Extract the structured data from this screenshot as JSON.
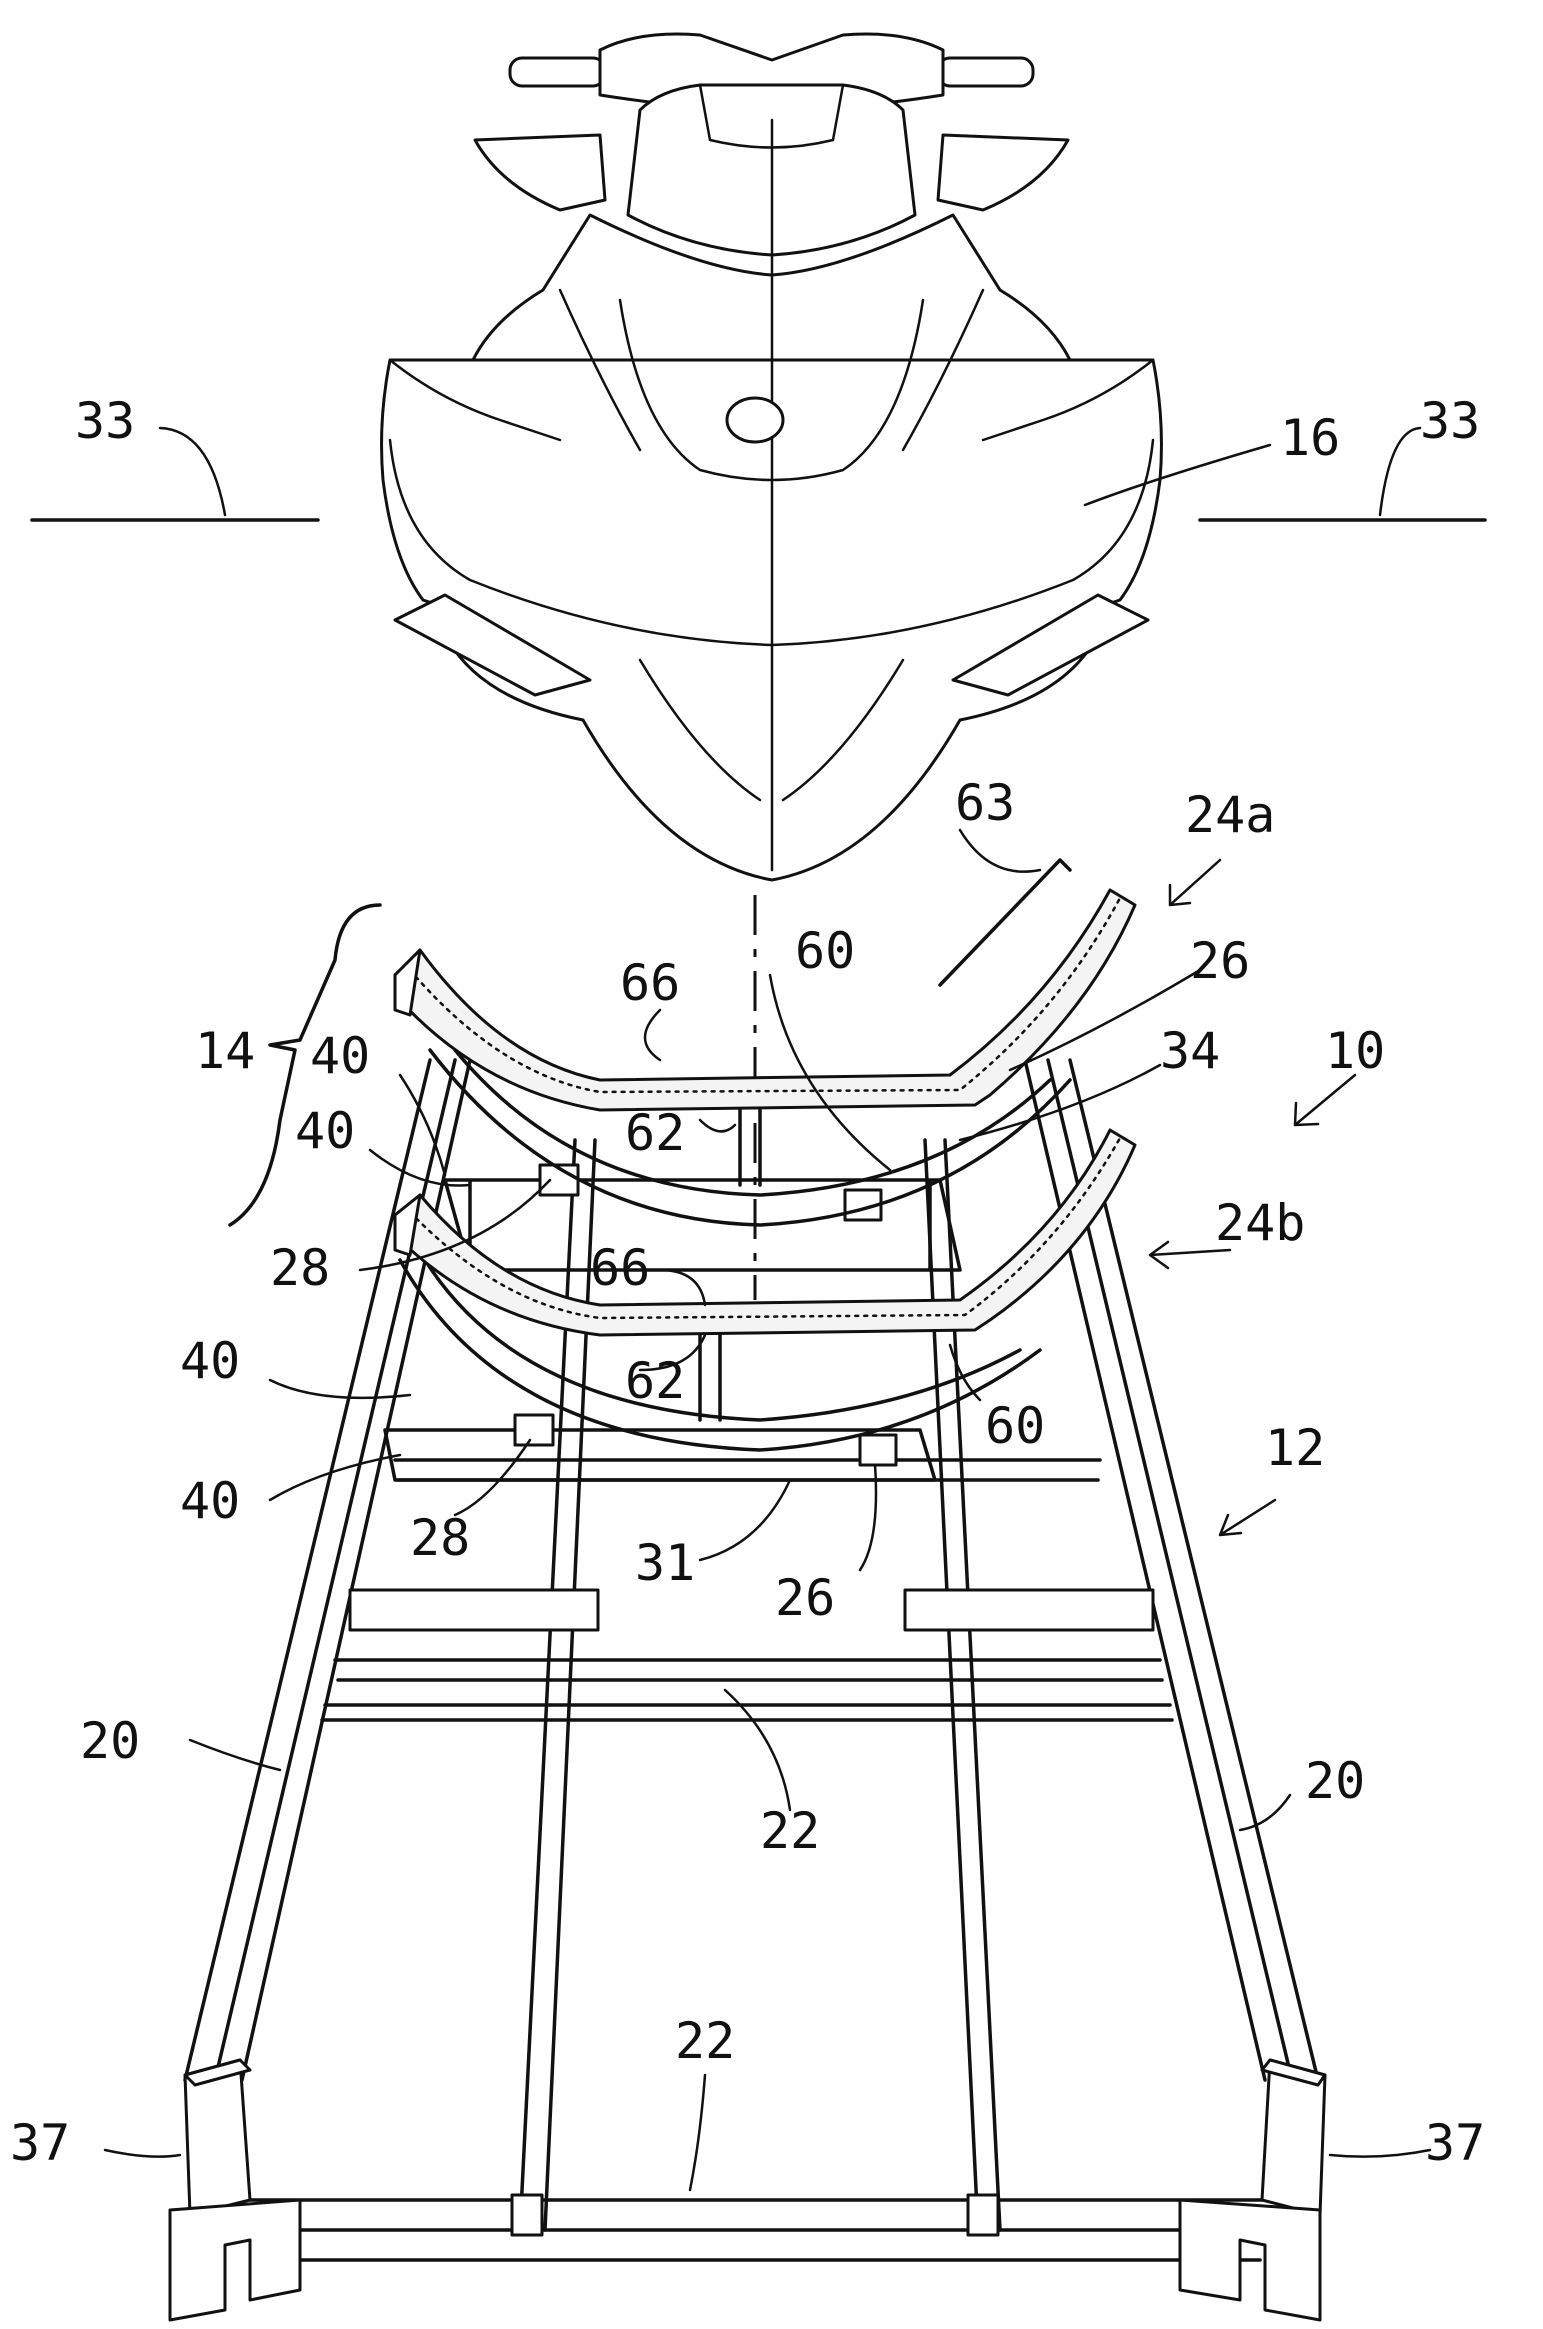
{
  "labels": {
    "l33_left": "33",
    "l33_right": "33",
    "l16": "16",
    "l63": "63",
    "l24a": "24a",
    "l66_top": "66",
    "l60_top": "60",
    "l26_top": "26",
    "l14": "14",
    "l40_a": "40",
    "l40_b": "40",
    "l34": "34",
    "l10": "10",
    "l62_top": "62",
    "l24b": "24b",
    "l28_top": "28",
    "l66_bottom": "66",
    "l40_c": "40",
    "l62_bottom": "62",
    "l60_bottom": "60",
    "l12": "12",
    "l40_d": "40",
    "l28_bottom": "28",
    "l31": "31",
    "l26_bottom": "26",
    "l20_left": "20",
    "l20_right": "20",
    "l22_upper": "22",
    "l22_lower": "22",
    "l37_left": "37",
    "l37_right": "37"
  }
}
